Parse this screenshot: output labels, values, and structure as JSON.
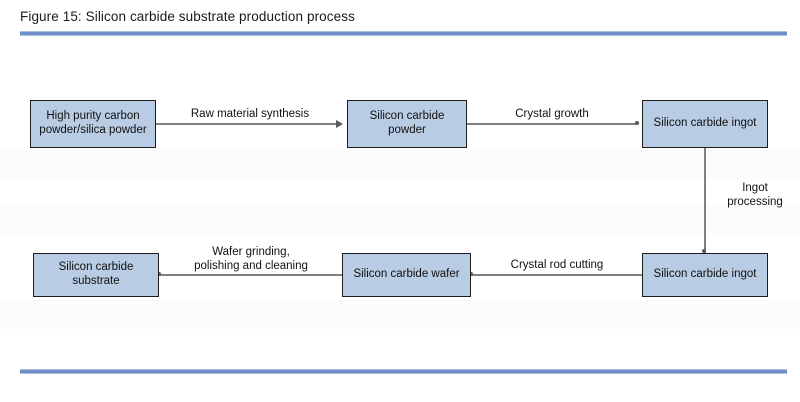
{
  "figure": {
    "title": "Figure 15: Silicon carbide substrate production process",
    "rule_color": "#6e8fc9"
  },
  "colors": {
    "node_fill": "#b8cce4",
    "node_border": "#1d1d1d",
    "connector": "#808080",
    "text": "#111111"
  },
  "diagram": {
    "nodes": [
      {
        "id": "n1",
        "label": "High purity carbon\npowder/silica powder"
      },
      {
        "id": "n2",
        "label": "Silicon carbide\npowder"
      },
      {
        "id": "n3",
        "label": "Silicon carbide ingot"
      },
      {
        "id": "n4",
        "label": "Silicon carbide ingot"
      },
      {
        "id": "n5",
        "label": "Silicon carbide wafer"
      },
      {
        "id": "n6",
        "label": "Silicon carbide\nsubstrate"
      }
    ],
    "edges": [
      {
        "id": "e1",
        "from": "n1",
        "to": "n2",
        "label": "Raw material synthesis"
      },
      {
        "id": "e2",
        "from": "n2",
        "to": "n3",
        "label": "Crystal growth"
      },
      {
        "id": "e3",
        "from": "n3",
        "to": "n4",
        "label": "Ingot\nprocessing"
      },
      {
        "id": "e4",
        "from": "n4",
        "to": "n5",
        "label": "Crystal rod cutting"
      },
      {
        "id": "e5",
        "from": "n5",
        "to": "n6",
        "label": "Wafer grinding,\npolishing and cleaning"
      }
    ]
  }
}
